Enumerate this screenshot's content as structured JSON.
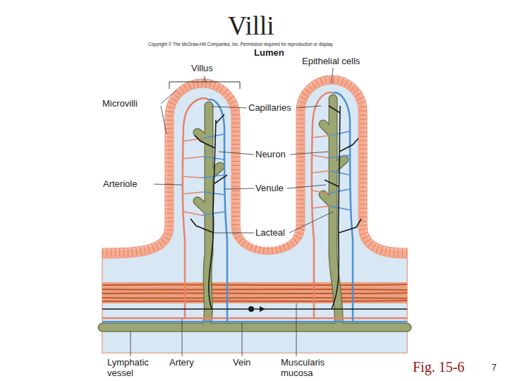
{
  "diagram": {
    "title": "Villi",
    "caption": "Fig. 15-6",
    "labels": [
      "Copyright © The McGraw-Hill Companies, Inc. Permission required for reproduction or display.",
      "Lumen",
      "Villus",
      "Epithelial cells",
      "Microvilli",
      "Capillaries",
      "Neuron",
      "Arteriole",
      "Venule",
      "Lacteal",
      "Lymphatic vessel",
      "Artery",
      "Vein",
      "Muscularis mucosa",
      "7"
    ]
  }
}
